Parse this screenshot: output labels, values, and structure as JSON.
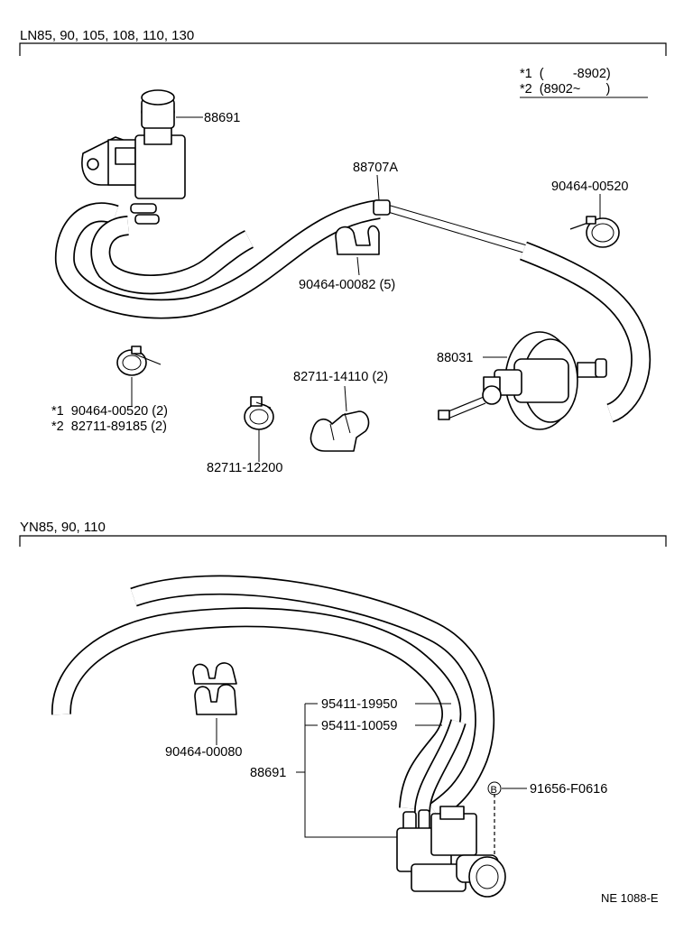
{
  "sections": {
    "top": {
      "title": "LN85, 90, 105, 108, 110, 130",
      "legend": {
        "line1": "*1  (        -8902)",
        "line2": "*2  (8902~       )"
      },
      "labels": {
        "p88691": "88691",
        "p88707A": "88707A",
        "p90464_00520": "90464-00520",
        "p90464_00082": "90464-00082 (5)",
        "p88031": "88031",
        "p82711_14110": "82711-14110 (2)",
        "p_ast1": "*1  90464-00520 (2)",
        "p_ast2": "*2  82711-89185 (2)",
        "p82711_12200": "82711-12200"
      }
    },
    "bottom": {
      "title": "YN85, 90, 110",
      "labels": {
        "p95411_19950": "95411-19950",
        "p95411_10059": "95411-10059",
        "p90464_00080": "90464-00080",
        "p88691": "88691",
        "b_marker": "B",
        "p91656_F0616": "91656-F0616"
      }
    }
  },
  "footer": {
    "code": "NE 1088-E"
  }
}
